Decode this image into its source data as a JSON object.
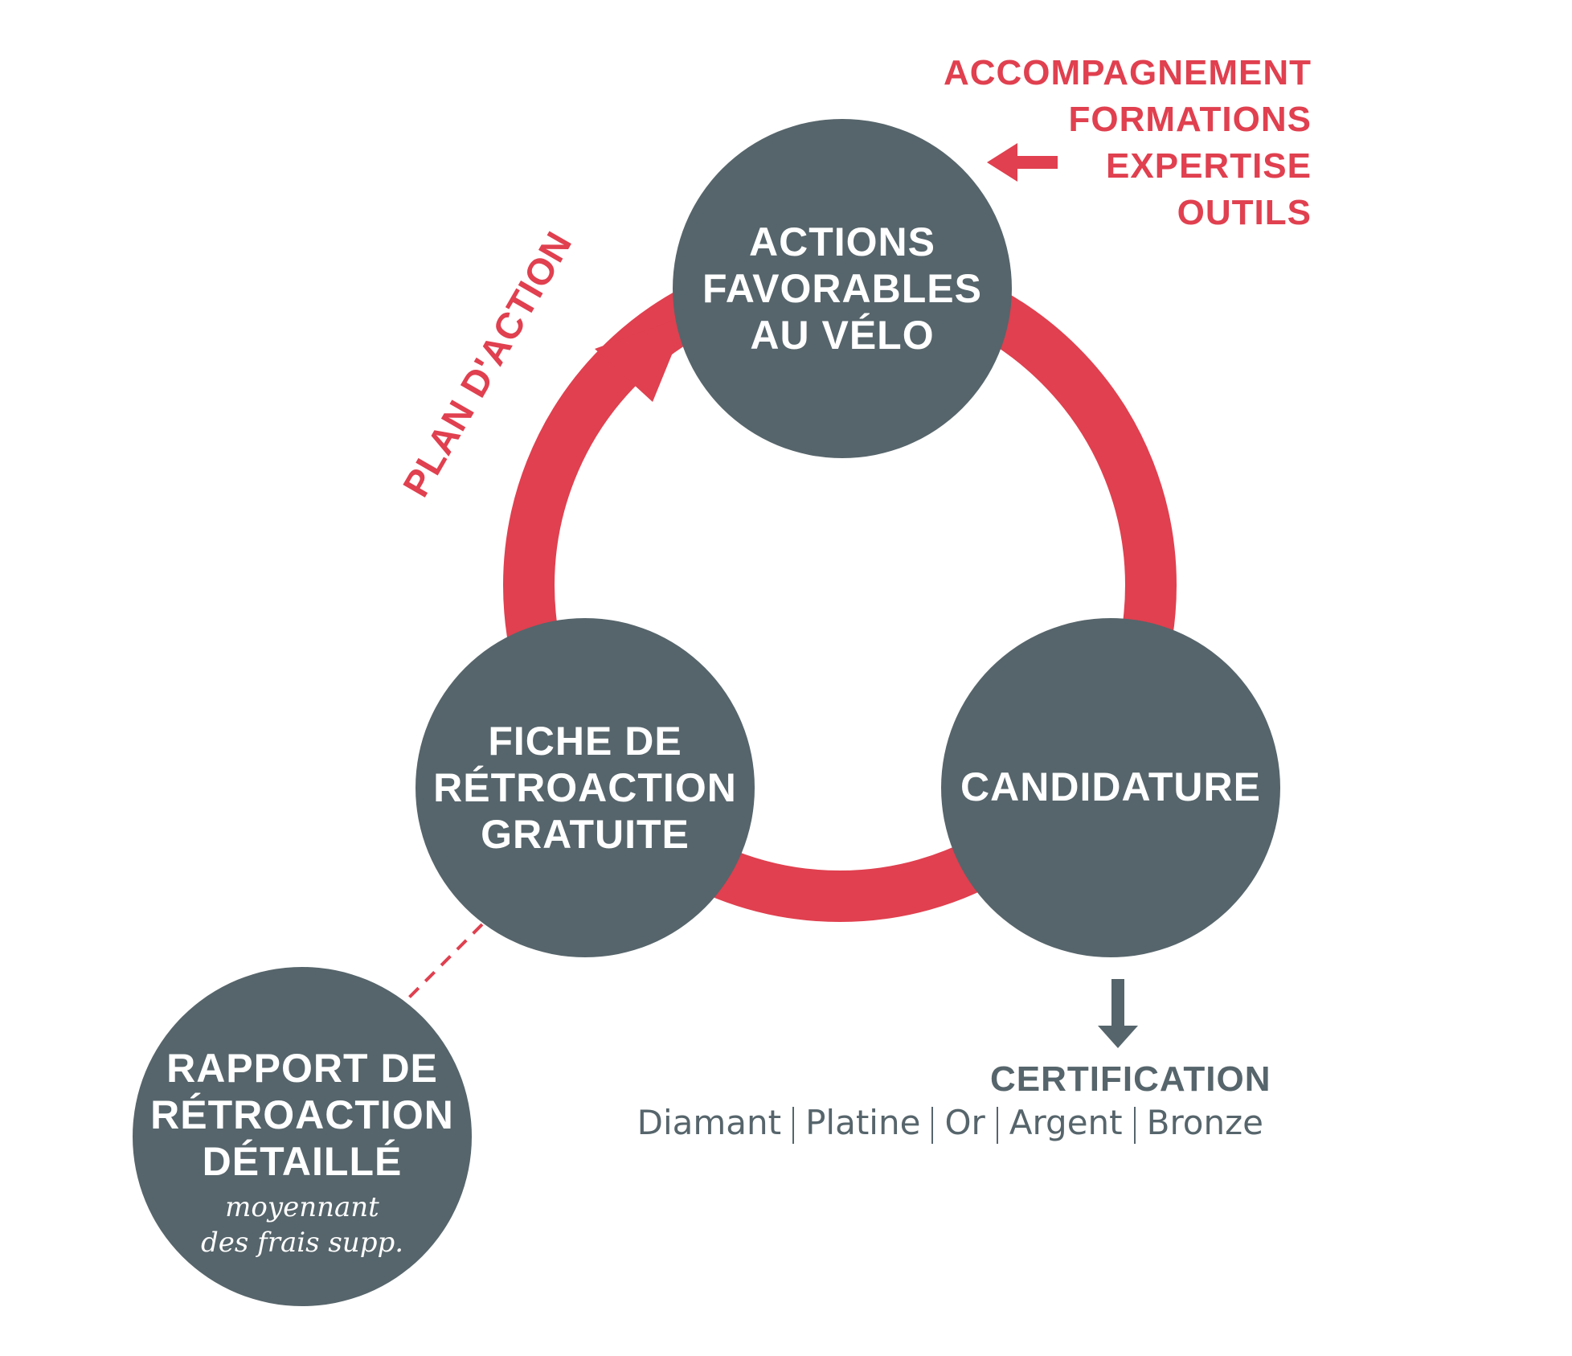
{
  "colors": {
    "accent": "#e0404f",
    "node": "#56656b",
    "text_on_node": "#ffffff"
  },
  "nodes": {
    "actions": {
      "line1": "ACTIONS",
      "line2": "FAVORABLES",
      "line3": "AU VÉLO"
    },
    "candidature": {
      "line1": "CANDIDATURE"
    },
    "fiche": {
      "line1": "FICHE DE",
      "line2": "RÉTROACTION",
      "line3": "GRATUITE"
    },
    "rapport": {
      "line1": "RAPPORT DE",
      "line2": "RÉTROACTION",
      "line3": "DÉTAILLÉ",
      "note1": "moyennant",
      "note2": "des frais supp."
    }
  },
  "inputs": [
    "ACCOMPAGNEMENT",
    "FORMATIONS",
    "EXPERTISE",
    "OUTILS"
  ],
  "cycle_label": "PLAN D'ACTION",
  "certification": {
    "title": "CERTIFICATION",
    "levels": [
      "Diamant",
      "Platine",
      "Or",
      "Argent",
      "Bronze"
    ]
  }
}
